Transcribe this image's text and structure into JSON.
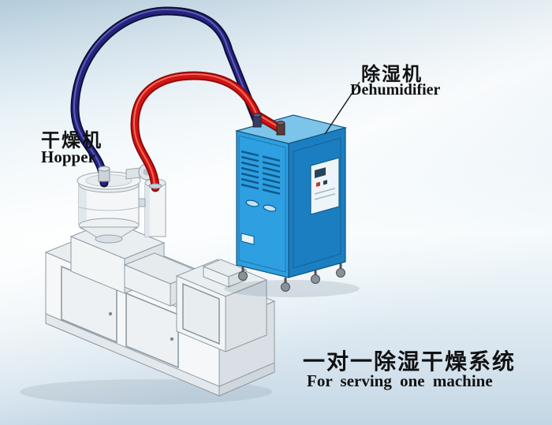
{
  "labels": {
    "hopper": {
      "cn": "干燥机",
      "en": "Hopper"
    },
    "dehumidifier": {
      "cn": "除湿机",
      "en": "Dehumidifier"
    }
  },
  "caption": {
    "cn": "一对一除湿干燥系统",
    "en": "For serving one machine"
  },
  "colors": {
    "pipe_navy": "#24247e",
    "pipe_navy_dark": "#0f0f3c",
    "pipe_red": "#d01414",
    "pipe_red_dark": "#8c0b0b",
    "cabinet_front": "#2e9fe0",
    "cabinet_side": "#1b7ec0",
    "cabinet_top": "#7cc4ea",
    "machine_body": "#f5f7f8",
    "background_top": "#b3cbdb",
    "background_bottom": "#c3d6e4"
  }
}
